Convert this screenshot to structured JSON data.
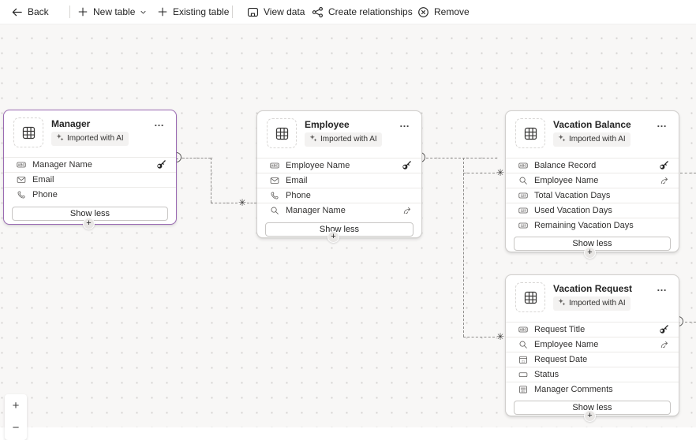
{
  "toolbar": {
    "back": "Back",
    "new_table": "New table",
    "existing_table": "Existing table",
    "view_data": "View data",
    "create_relationships": "Create relationships",
    "remove": "Remove"
  },
  "badge_label": "Imported with AI",
  "show_less_label": "Show less",
  "more_label": "…",
  "add_button_label": "+",
  "markers": {
    "one_label": "1",
    "many_symbol": "✳"
  },
  "tables": [
    {
      "name": "Manager",
      "selected": true,
      "fields": [
        {
          "label": "Manager Name",
          "type": "text",
          "key": true
        },
        {
          "label": "Email",
          "type": "email"
        },
        {
          "label": "Phone",
          "type": "phone"
        }
      ]
    },
    {
      "name": "Employee",
      "selected": false,
      "fields": [
        {
          "label": "Employee Name",
          "type": "text",
          "key": true
        },
        {
          "label": "Email",
          "type": "email"
        },
        {
          "label": "Phone",
          "type": "phone"
        },
        {
          "label": "Manager Name",
          "type": "lookup",
          "linked": true
        }
      ]
    },
    {
      "name": "Vacation Balance",
      "selected": false,
      "fields": [
        {
          "label": "Balance Record",
          "type": "text",
          "key": true
        },
        {
          "label": "Employee Name",
          "type": "lookup",
          "linked": true
        },
        {
          "label": "Total Vacation Days",
          "type": "number"
        },
        {
          "label": "Used Vacation Days",
          "type": "number"
        },
        {
          "label": "Remaining Vacation Days",
          "type": "number"
        }
      ]
    },
    {
      "name": "Vacation Request",
      "selected": false,
      "fields": [
        {
          "label": "Request Title",
          "type": "text",
          "key": true
        },
        {
          "label": "Employee Name",
          "type": "lookup",
          "linked": true
        },
        {
          "label": "Request Date",
          "type": "date"
        },
        {
          "label": "Status",
          "type": "choice"
        },
        {
          "label": "Manager Comments",
          "type": "multiline"
        }
      ]
    }
  ],
  "relationships": [
    {
      "from_table": "Manager",
      "from_field": "Manager Name",
      "to_table": "Employee",
      "to_field": "Manager Name",
      "cardinality": "one-to-many"
    },
    {
      "from_table": "Employee",
      "from_field": "Employee Name",
      "to_table": "Vacation Balance",
      "to_field": "Employee Name",
      "cardinality": "one-to-many"
    },
    {
      "from_table": "Employee",
      "from_field": "Employee Name",
      "to_table": "Vacation Request",
      "to_field": "Employee Name",
      "cardinality": "one-to-many"
    }
  ],
  "zoom_controls": {
    "zoom_in": "+",
    "zoom_out": "−"
  },
  "icons": {
    "back": "arrow-left",
    "new_table": "plus",
    "new_table_chevron": "chevron-down",
    "existing_table": "plus",
    "view_data": "data-window",
    "create_relationships": "share-nodes",
    "remove": "dismiss-circle",
    "table": "grid-table",
    "ai_badge": "sparkle",
    "key_field": "key",
    "lookup_field": "magnifier",
    "linked_field": "curved-arrow"
  },
  "colors": {
    "selected_border": "#9b6bb3",
    "canvas": "#f8f7f6",
    "card_border": "#d1cfcd"
  }
}
